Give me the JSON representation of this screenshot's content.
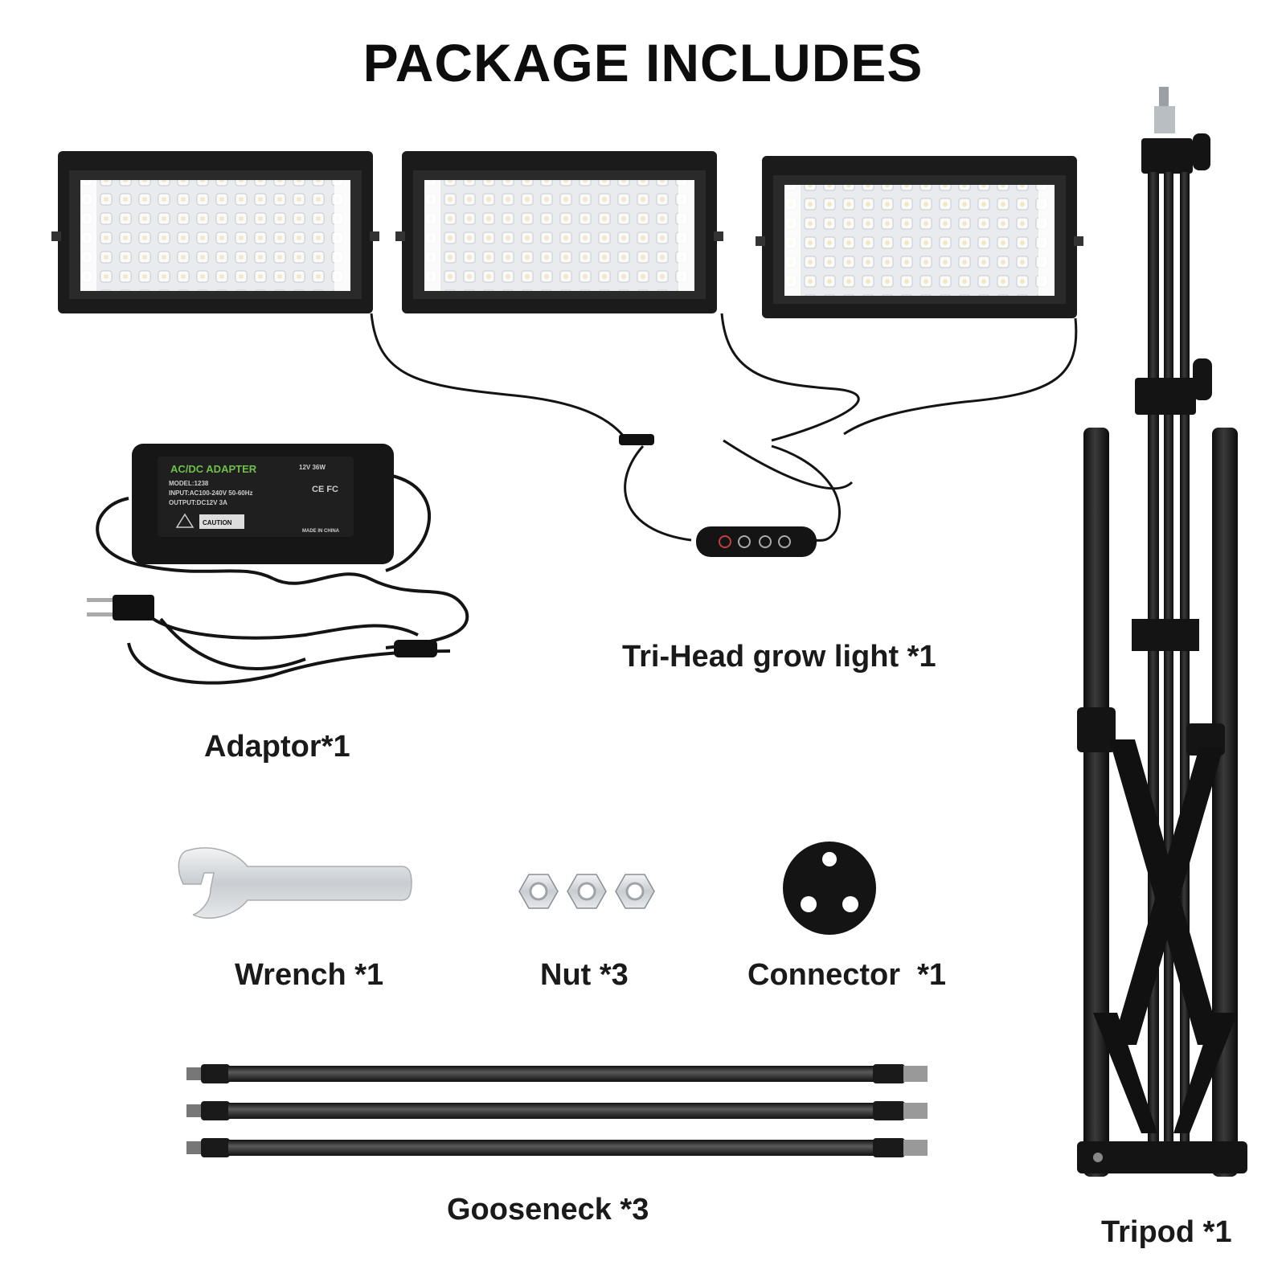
{
  "title": "PACKAGE INCLUDES",
  "items": {
    "grow_light": "Tri-Head grow light *1",
    "adaptor": "Adaptor*1",
    "wrench": "Wrench *1",
    "nut": "Nut *3",
    "connector": "Connector  *1",
    "gooseneck": "Gooseneck *3",
    "tripod": "Tripod *1"
  },
  "adapter_label": {
    "heading": "AC/DC ADAPTER",
    "rating": "12V 36W",
    "model": "MODEL:1238",
    "input": "INPUT:AC100-240V 50-60Hz",
    "output": "OUTPUT:DC12V 3A",
    "caution": "CAUTION",
    "marks": "CE FC",
    "origin": "MADE IN CHINA"
  },
  "colors": {
    "background": "#ffffff",
    "text": "#1a1a1a",
    "frame": "#1b1b1b",
    "led_panel": "#eceef0",
    "led": "#f5f5f3",
    "led_warm": "#e0a078",
    "adapter_green": "#6fbf4a",
    "metal": "#c9cdd1"
  },
  "icons": {
    "adapter_warning": "warning-triangle-icon",
    "controller_buttons": [
      "power-icon",
      "timer-icon",
      "mode-icon",
      "plus-icon"
    ]
  }
}
